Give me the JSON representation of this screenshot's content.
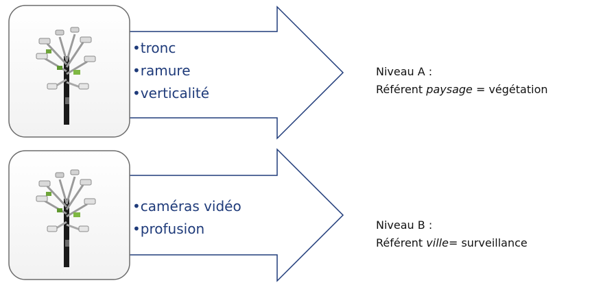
{
  "level_a": {
    "features": [
      "tronc",
      "ramure",
      "verticalité"
    ],
    "title": "Niveau A :",
    "referent_prefix": "Référent ",
    "referent_term": "paysage",
    "referent_suffix": " = végétation"
  },
  "level_b": {
    "features": [
      "caméras vidéo",
      "profusion"
    ],
    "title": "Niveau B :",
    "referent_prefix": "Référent ",
    "referent_term": "ville",
    "referent_suffix": "= surveillance"
  },
  "colors": {
    "arrow_stroke": "#1f3b7a",
    "bullet_text": "#1f3b7a",
    "caption_text": "#111111",
    "thumbnail_border": "#6b6b6b"
  },
  "image": {
    "subject": "camera-tree-sculpture"
  }
}
